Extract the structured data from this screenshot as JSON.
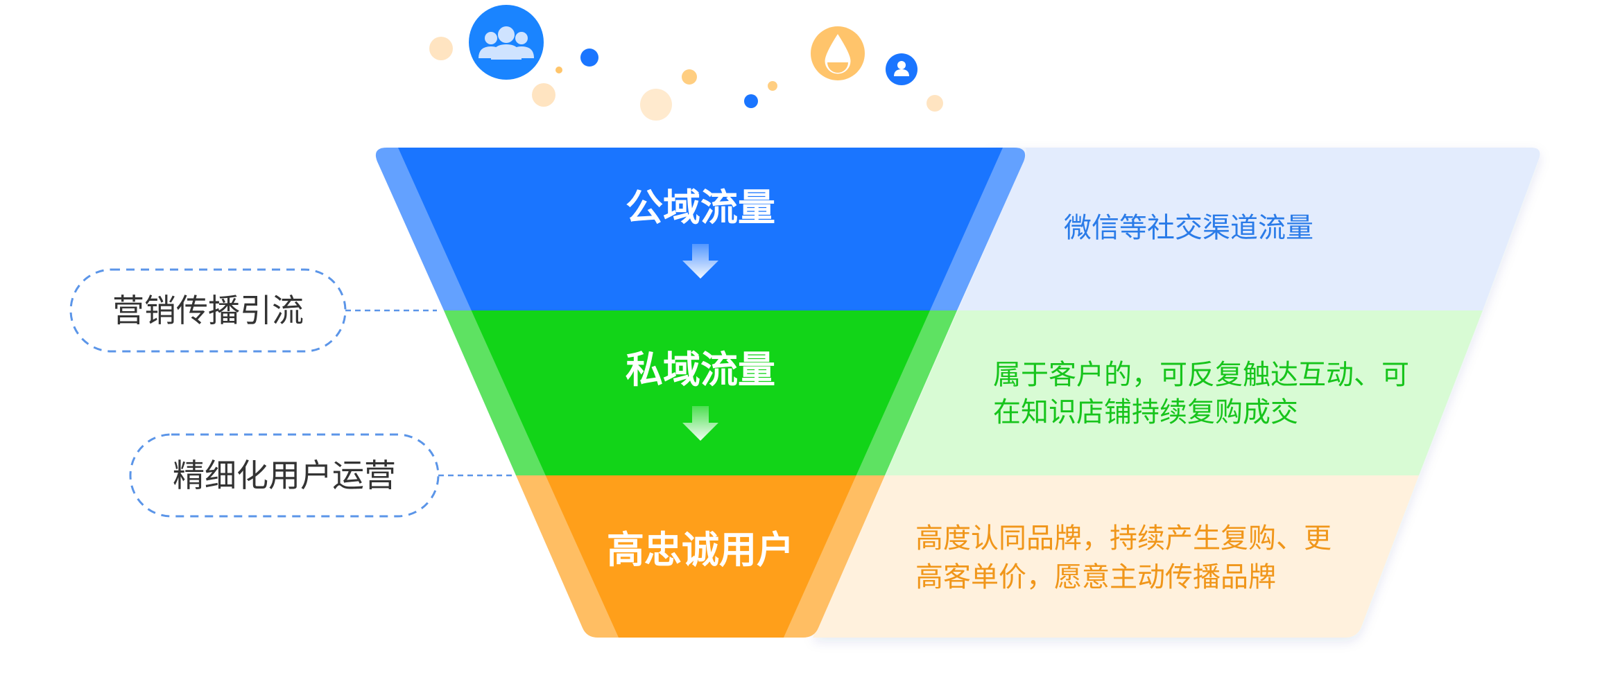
{
  "colors": {
    "public": "#1a75ff",
    "private": "#12d418",
    "loyal": "#ff9f1a",
    "public_text": "#2a7be8",
    "private_text": "#17c41c",
    "loyal_text": "#f0961a",
    "dashed_line": "#5b95e8"
  },
  "decor_icons": [
    "group-icon",
    "droplet-icon",
    "user-icon"
  ],
  "funnel": [
    {
      "title": "公域流量",
      "desc_lines": [
        "微信等社交渠道流量"
      ]
    },
    {
      "title": "私域流量",
      "desc_lines": [
        "属于客户的，可反复触达互动、可",
        "在知识店铺持续复购成交"
      ]
    },
    {
      "title": "高忠诚用户",
      "desc_lines": [
        "高度认同品牌，持续产生复购、更",
        "高客单价，愿意主动传播品牌"
      ]
    }
  ],
  "side_labels": [
    "营销传播引流",
    "精细化用户运营"
  ]
}
